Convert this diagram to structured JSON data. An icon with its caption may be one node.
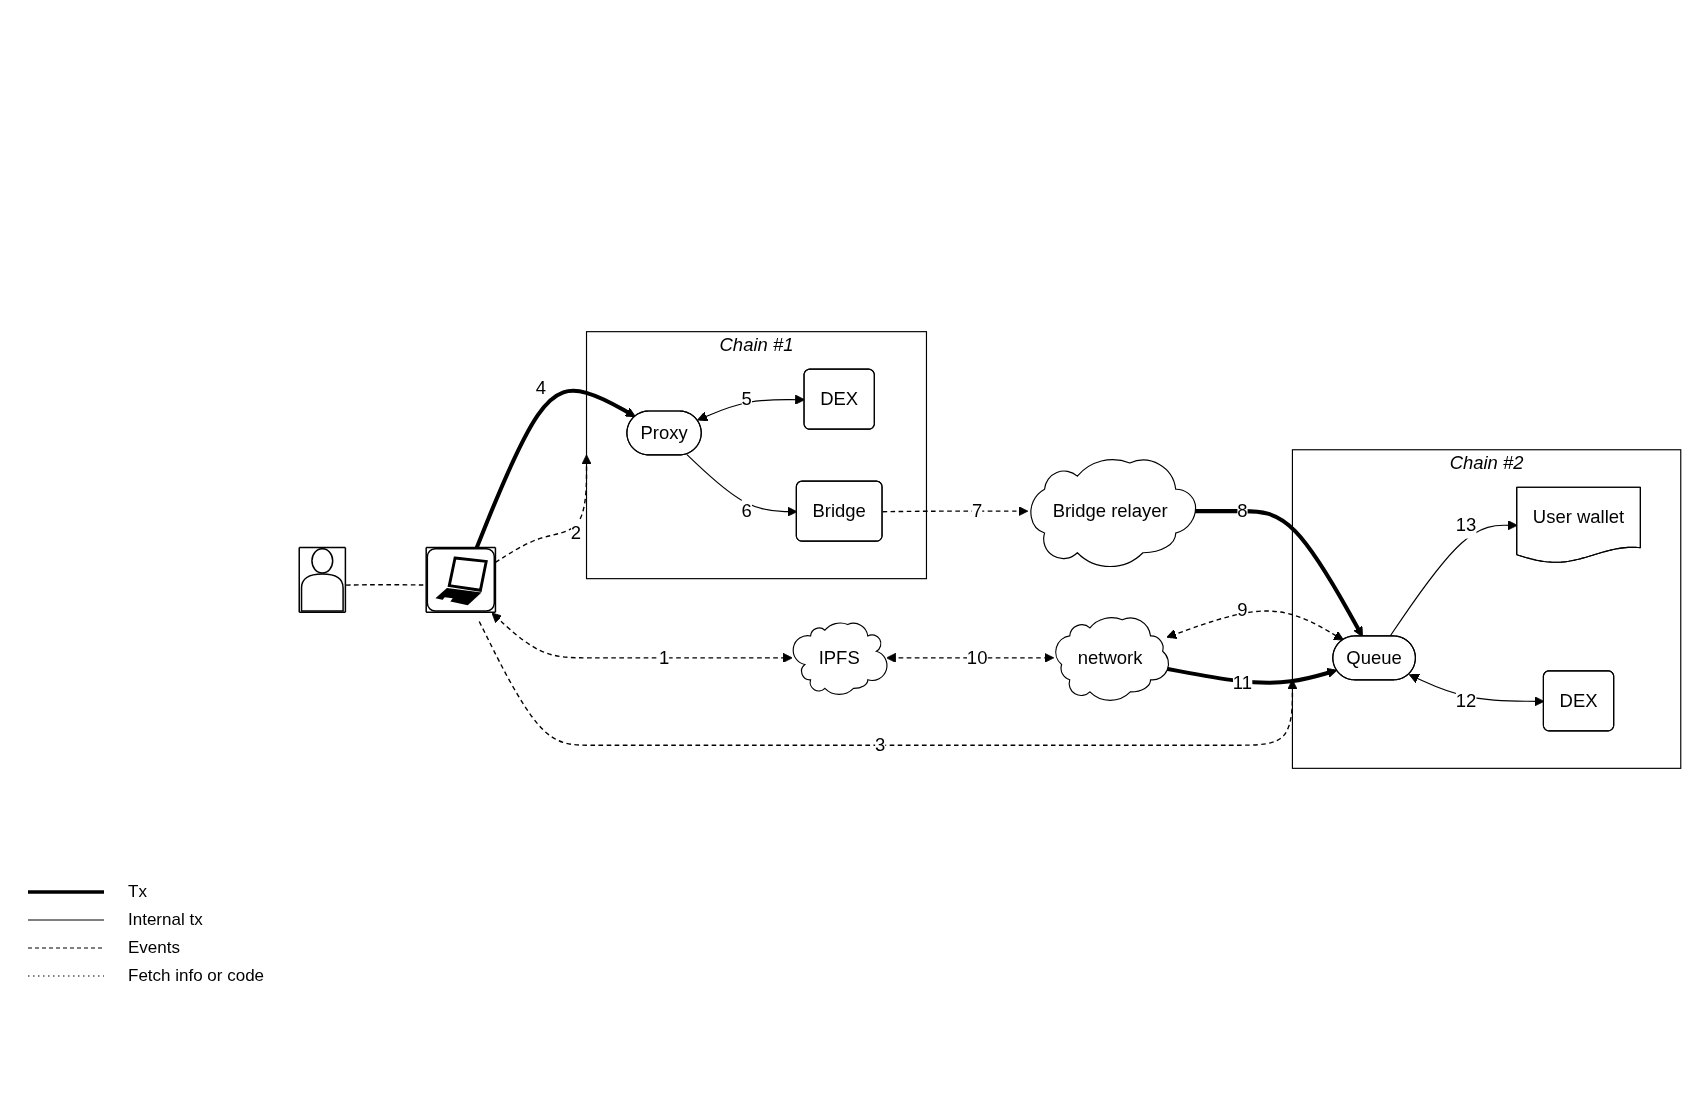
{
  "diagram": {
    "nodes": [
      {
        "text": [],
        "shape": "person"
      },
      {
        "text": [],
        "shape": "picture"
      },
      {
        "text": [
          "Chain #1"
        ]
      },
      {
        "text": [
          "Proxy"
        ],
        "in": 2
      },
      {
        "text": [
          "DEX"
        ],
        "in": 2
      },
      {
        "text": [
          "Bridge"
        ],
        "in": 2
      },
      {
        "text": [
          "IPFS"
        ]
      },
      {
        "text": [
          "network"
        ]
      },
      {
        "text": [
          "Bridge relayer"
        ]
      },
      {
        "text": [
          "Chain #2"
        ]
      },
      {
        "text": [
          "Queue"
        ],
        "in": 9
      },
      {
        "text": [
          "User wallet"
        ],
        "in": 9
      },
      {
        "text": [
          "DEX"
        ],
        "in": 9
      }
    ],
    "edges": [
      {
        "from": 0,
        "to": 1,
        "arrow": "none",
        "style": "dashed"
      },
      {
        "from": 1,
        "to": 6,
        "arrow": "both",
        "label": "1",
        "style": "dashed"
      },
      {
        "from": 1,
        "to": 2,
        "arrow": "to",
        "label": "2",
        "style": "dashed"
      },
      {
        "from": 1,
        "to": 9,
        "arrow": "to",
        "label": "3",
        "style": "dashed"
      },
      {
        "from": 1,
        "to": 3,
        "arrow": "to",
        "label": "4",
        "style": "thick"
      },
      {
        "from": 3,
        "to": 4,
        "arrow": "both",
        "label": "5"
      },
      {
        "from": 3,
        "to": 5,
        "arrow": "to",
        "label": "6"
      },
      {
        "from": 5,
        "to": 8,
        "arrow": "to",
        "label": "7",
        "style": "dashed"
      },
      {
        "from": 8,
        "to": 10,
        "arrow": "to",
        "label": "8",
        "style": "thick"
      },
      {
        "from": 7,
        "to": 10,
        "arrow": "both",
        "label": "9",
        "style": "dashed"
      },
      {
        "from": 6,
        "to": 7,
        "arrow": "both",
        "label": "10",
        "style": "dashed"
      },
      {
        "from": 7,
        "to": 10,
        "arrow": "to",
        "label": "11",
        "style": "thick"
      },
      {
        "from": 10,
        "to": 12,
        "arrow": "both",
        "label": "12"
      },
      {
        "from": 10,
        "to": 11,
        "arrow": "to",
        "label": "13"
      }
    ],
    "legend": [
      {
        "text": "Tx"
      },
      {
        "text": "Internal tx"
      },
      {
        "text": "Events"
      },
      {
        "text": "Fetch info or code"
      }
    ]
  }
}
